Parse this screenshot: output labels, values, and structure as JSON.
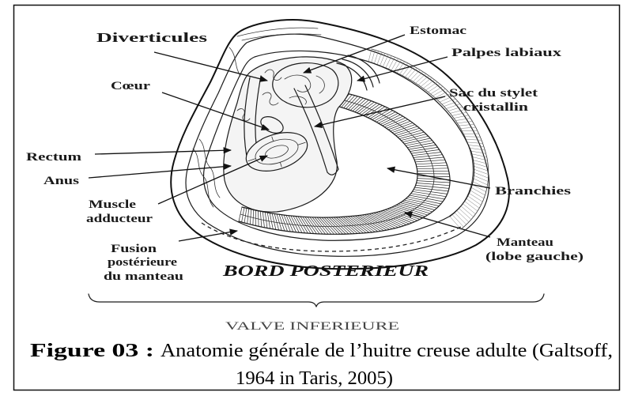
{
  "figure": {
    "labels": {
      "diverticules": "Diverticules",
      "estomac": "Estomac",
      "palpes_labiaux": "Palpes labiaux",
      "coeur": "Cœur",
      "sac_du_stylet": [
        "Sac du stylet",
        "cristallin"
      ],
      "rectum": "Rectum",
      "anus": "Anus",
      "branchies": "Branchies",
      "muscle_adducteur": [
        "Muscle",
        "adducteur"
      ],
      "fusion_manteau": [
        "Fusion",
        "postérieure",
        "du manteau"
      ],
      "manteau": [
        "Manteau",
        "(lobe gauche)"
      ],
      "bord_posterieur": "BORD POSTERIEUR",
      "valve_inferieure": "VALVE INFERIEURE"
    },
    "caption": {
      "number": "Figure 03 :",
      "line1": "Anatomie générale de l’huitre creuse adulte (Galtsoff,",
      "line2": "1964 in Taris, 2005)"
    }
  }
}
